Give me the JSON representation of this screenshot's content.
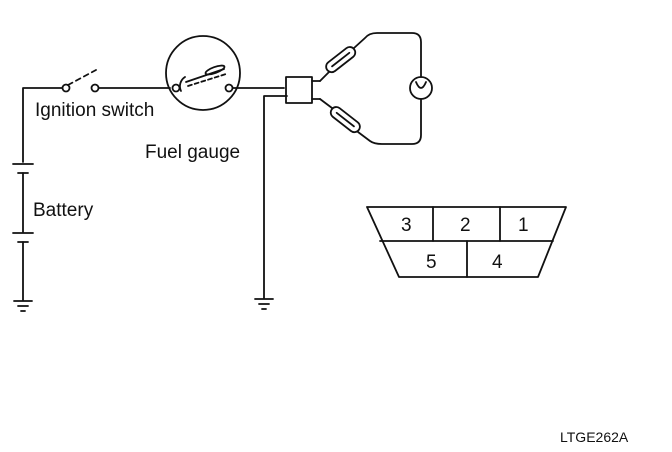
{
  "labels": {
    "ignition_switch": "Ignition switch",
    "fuel_gauge": "Fuel gauge",
    "battery": "Battery",
    "figure_code": "LTGE262A"
  },
  "connector": {
    "top_pins": [
      "3",
      "2",
      "1"
    ],
    "bottom_pins": [
      "5",
      "4"
    ]
  },
  "colors": {
    "line": "#111111",
    "background": "#ffffff"
  }
}
